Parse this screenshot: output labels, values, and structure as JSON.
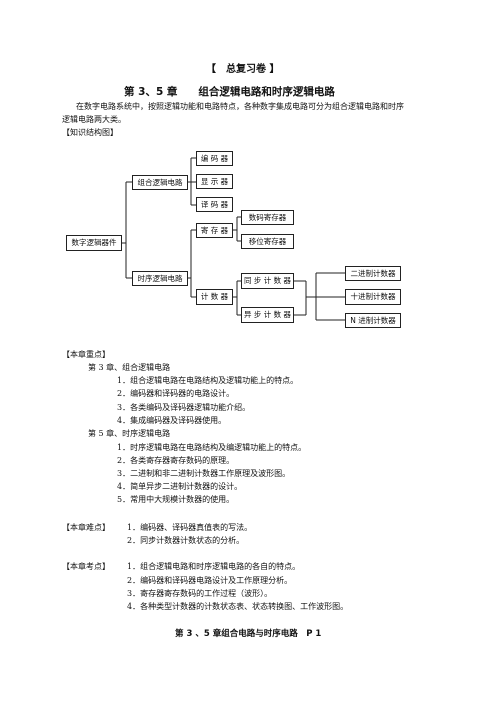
{
  "document": {
    "title": "【　总复习卷 】",
    "chapter_title": "第 3、5 章　　组合逻辑电路和时序逻辑电路",
    "intro_line1": "在数字电路系统中，按照逻辑功能和电路特点，各种数字集成电路可分为组合逻辑电路和时序",
    "intro_line2": "逻辑电路两大类。",
    "structure_label": "【知识结构图】"
  },
  "diagram": {
    "root": "数字逻辑器件",
    "comb": "组合逻辑电路",
    "encoder": "编 码 器",
    "display": "显 示 器",
    "decoder": "译 码 器",
    "seq": "时序逻辑电路",
    "register": "寄 存 器",
    "data_register": "数码寄存器",
    "shift_register": "移位寄存器",
    "counter": "计 数 器",
    "sync_counter": "同 步 计 数 器",
    "async_counter": "异 步 计 数 器",
    "binary_counter": "二进制计数器",
    "decimal_counter": "十进制计数器",
    "n_counter": "N 进制计数器"
  },
  "key_points": {
    "label": "【本章重点】",
    "ch3": "第 3 章、组合逻辑电路",
    "ch3_items": [
      "1．组合逻辑电路在电路结构及逻辑功能上的特点。",
      "2．编码器和译码器的电路设计。",
      "3．各类编码及译码器逻辑功能介绍。",
      "4．集成编码器及译码器使用。"
    ],
    "ch5": "第 5 章、时序逻辑电路",
    "ch5_items": [
      "1．时序逻辑电路在电路结构及编逻辑功能上的特点。",
      "2．各类寄存器寄存数码的原理。",
      "3．二进制和非二进制计数器工作原理及波形图。",
      "4．简单异步二进制计数器的设计。",
      "5．常用中大规模计数器的使用。"
    ]
  },
  "difficulties": {
    "label": "【本章难点】",
    "items": [
      "1．编码器、译码器真值表的写法。",
      "2．同步计数器计数状态的分析。"
    ]
  },
  "exam_points": {
    "label": "【本章考点】",
    "items": [
      "1．组合逻辑电路和时序逻辑电路的各自的特点。",
      "2．编码器和译码器电路设计及工作原理分析。",
      "3．寄存器寄存数码的工作过程（波形）。",
      "4．各种类型计数器的计数状态表、状态转换图、工作波形图。"
    ]
  },
  "footer": {
    "text": "第 3 、5 章组合电路与时序电路　P 1"
  }
}
